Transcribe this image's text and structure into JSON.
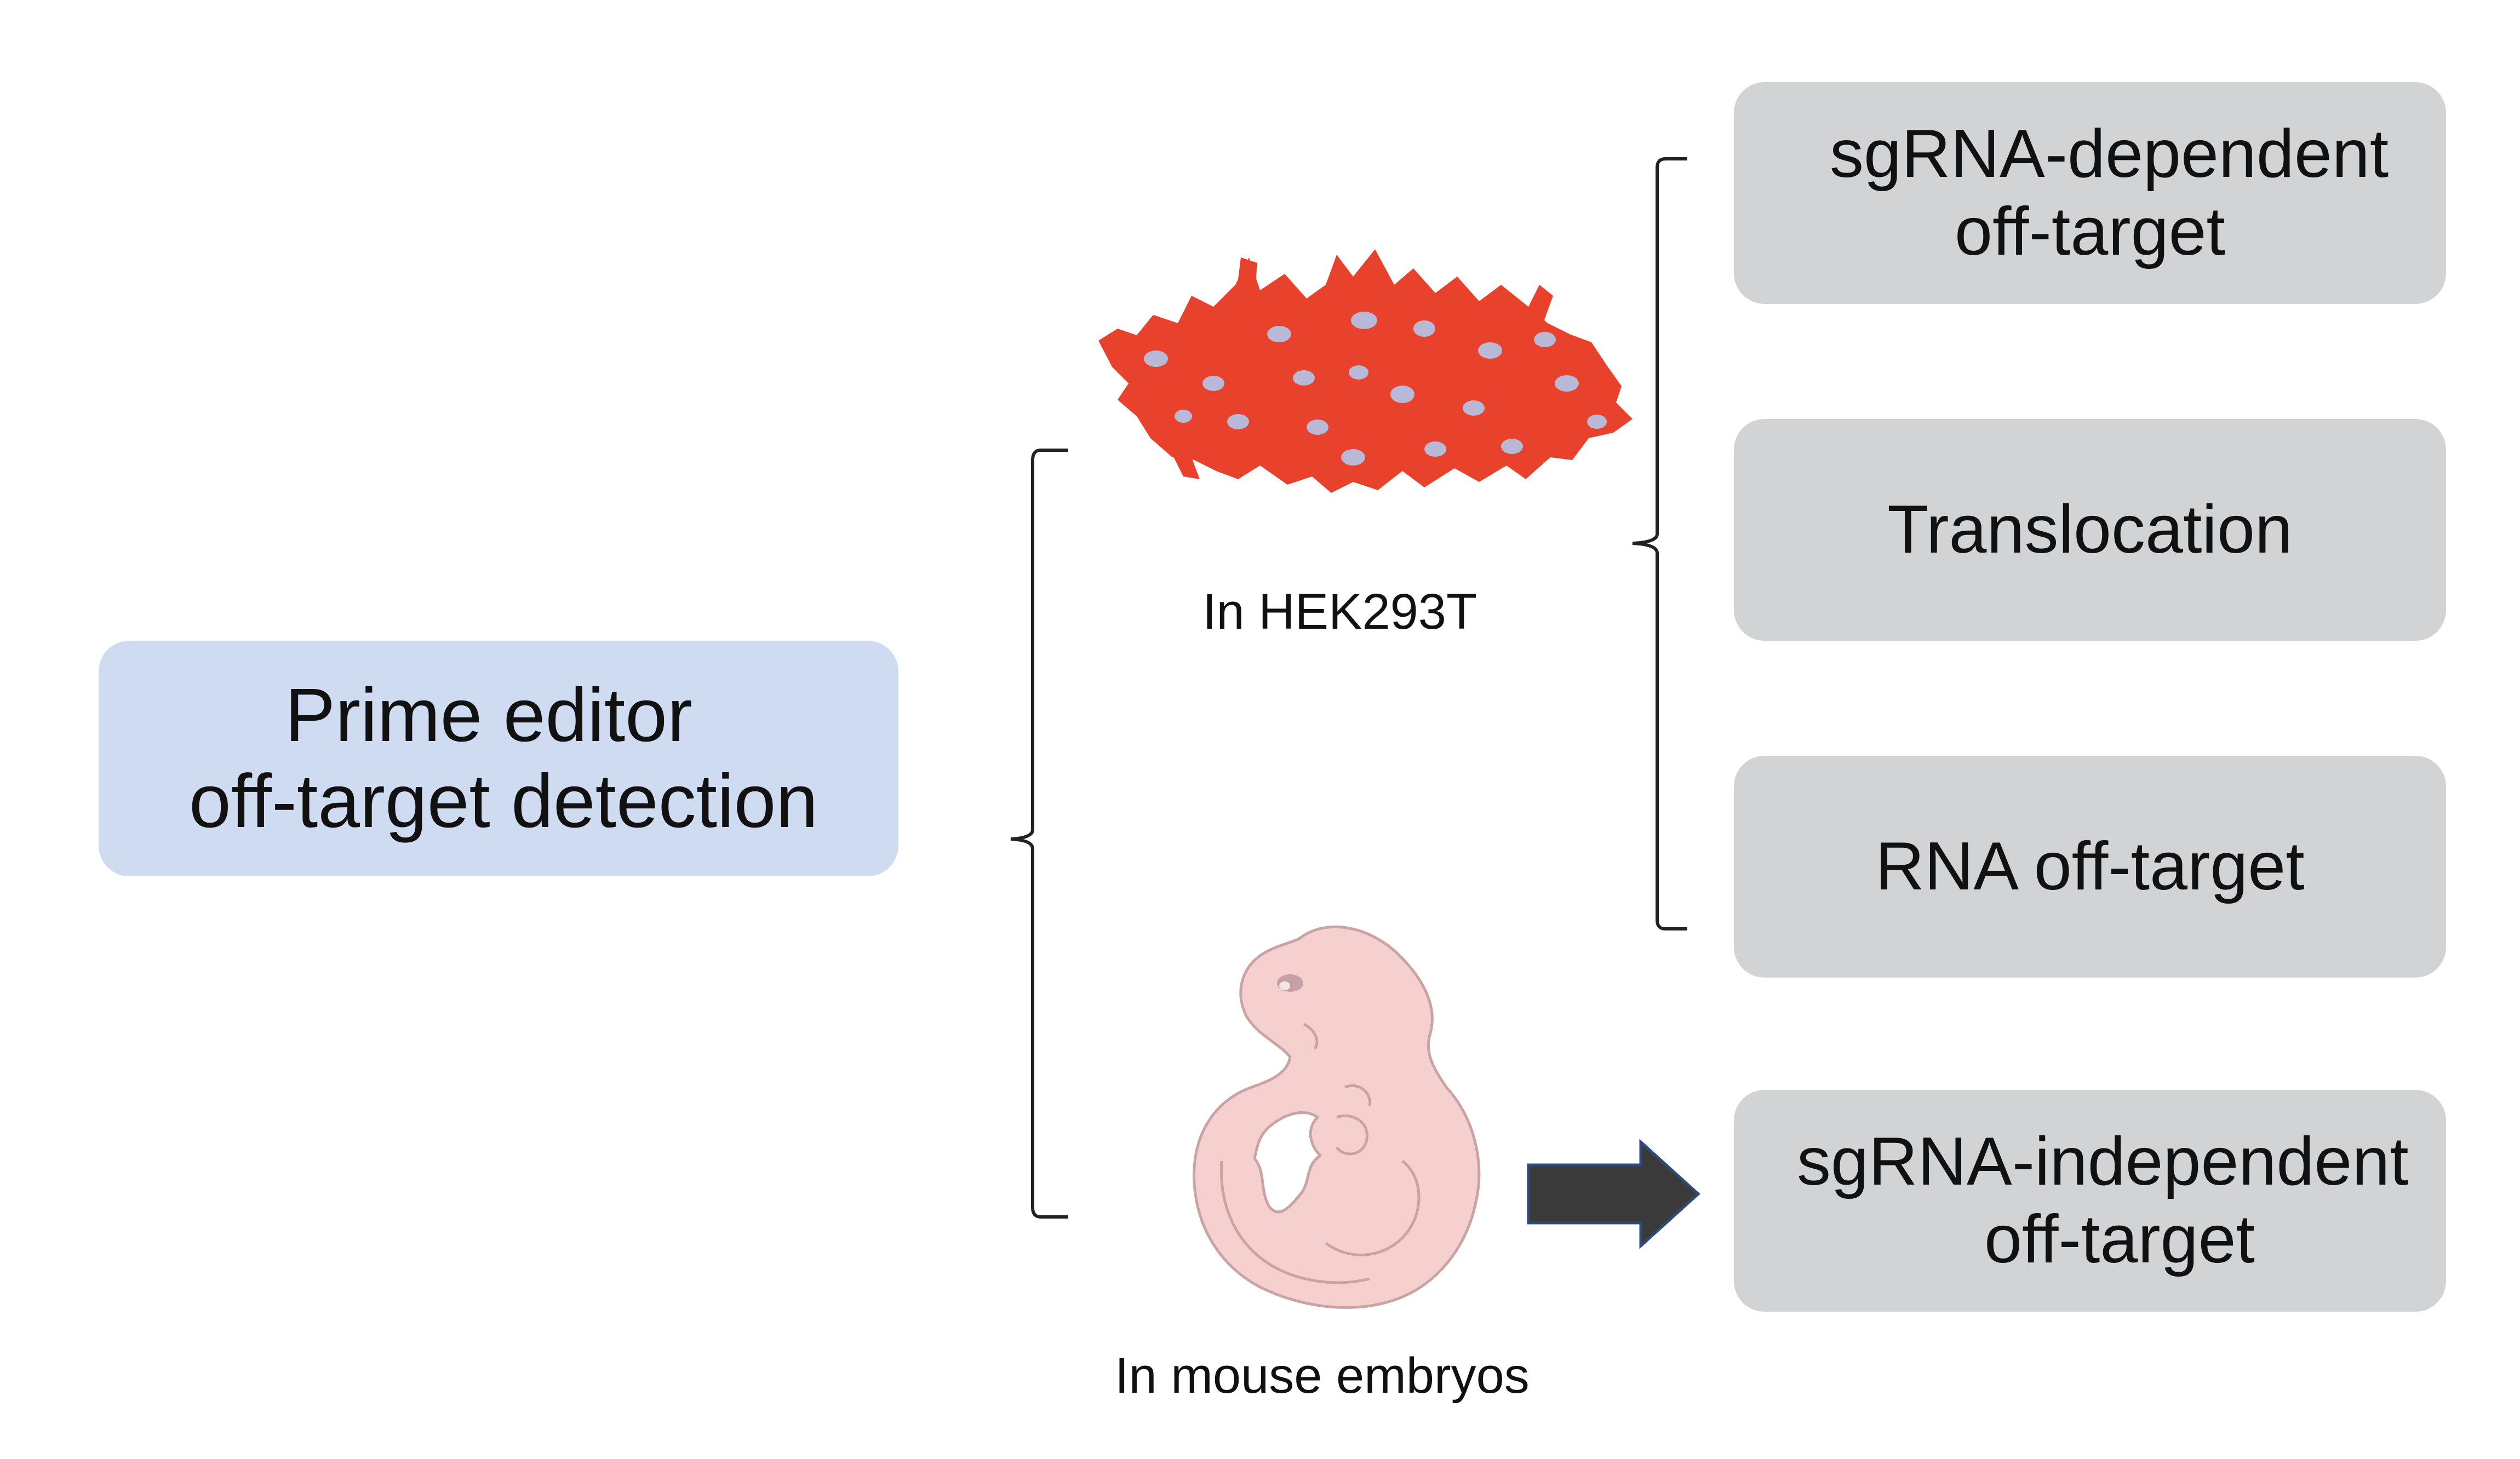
{
  "main": {
    "line1": "Prime editor",
    "line2": "off-target detection"
  },
  "captions": {
    "hek": "In HEK293T",
    "mouse": "In mouse embryos"
  },
  "results": {
    "sgrna_dependent": {
      "line1": "sgRNA-dependent",
      "line2": "off-target"
    },
    "translocation": "Translocation",
    "rna_off_target": "RNA off-target",
    "sgrna_independent": {
      "line1": "sgRNA-independent",
      "line2": "off-target"
    }
  },
  "colors": {
    "main_box": "#cfdbf0",
    "result_box": "#d2d3d5",
    "cells": "#e8412c",
    "nuclei": "#b9b8d6",
    "embryo": "#f6cfcf",
    "arrow": "#3a3a3a"
  },
  "icons": [
    "hek293t-cells-icon",
    "mouse-embryo-icon",
    "right-arrow-icon"
  ]
}
